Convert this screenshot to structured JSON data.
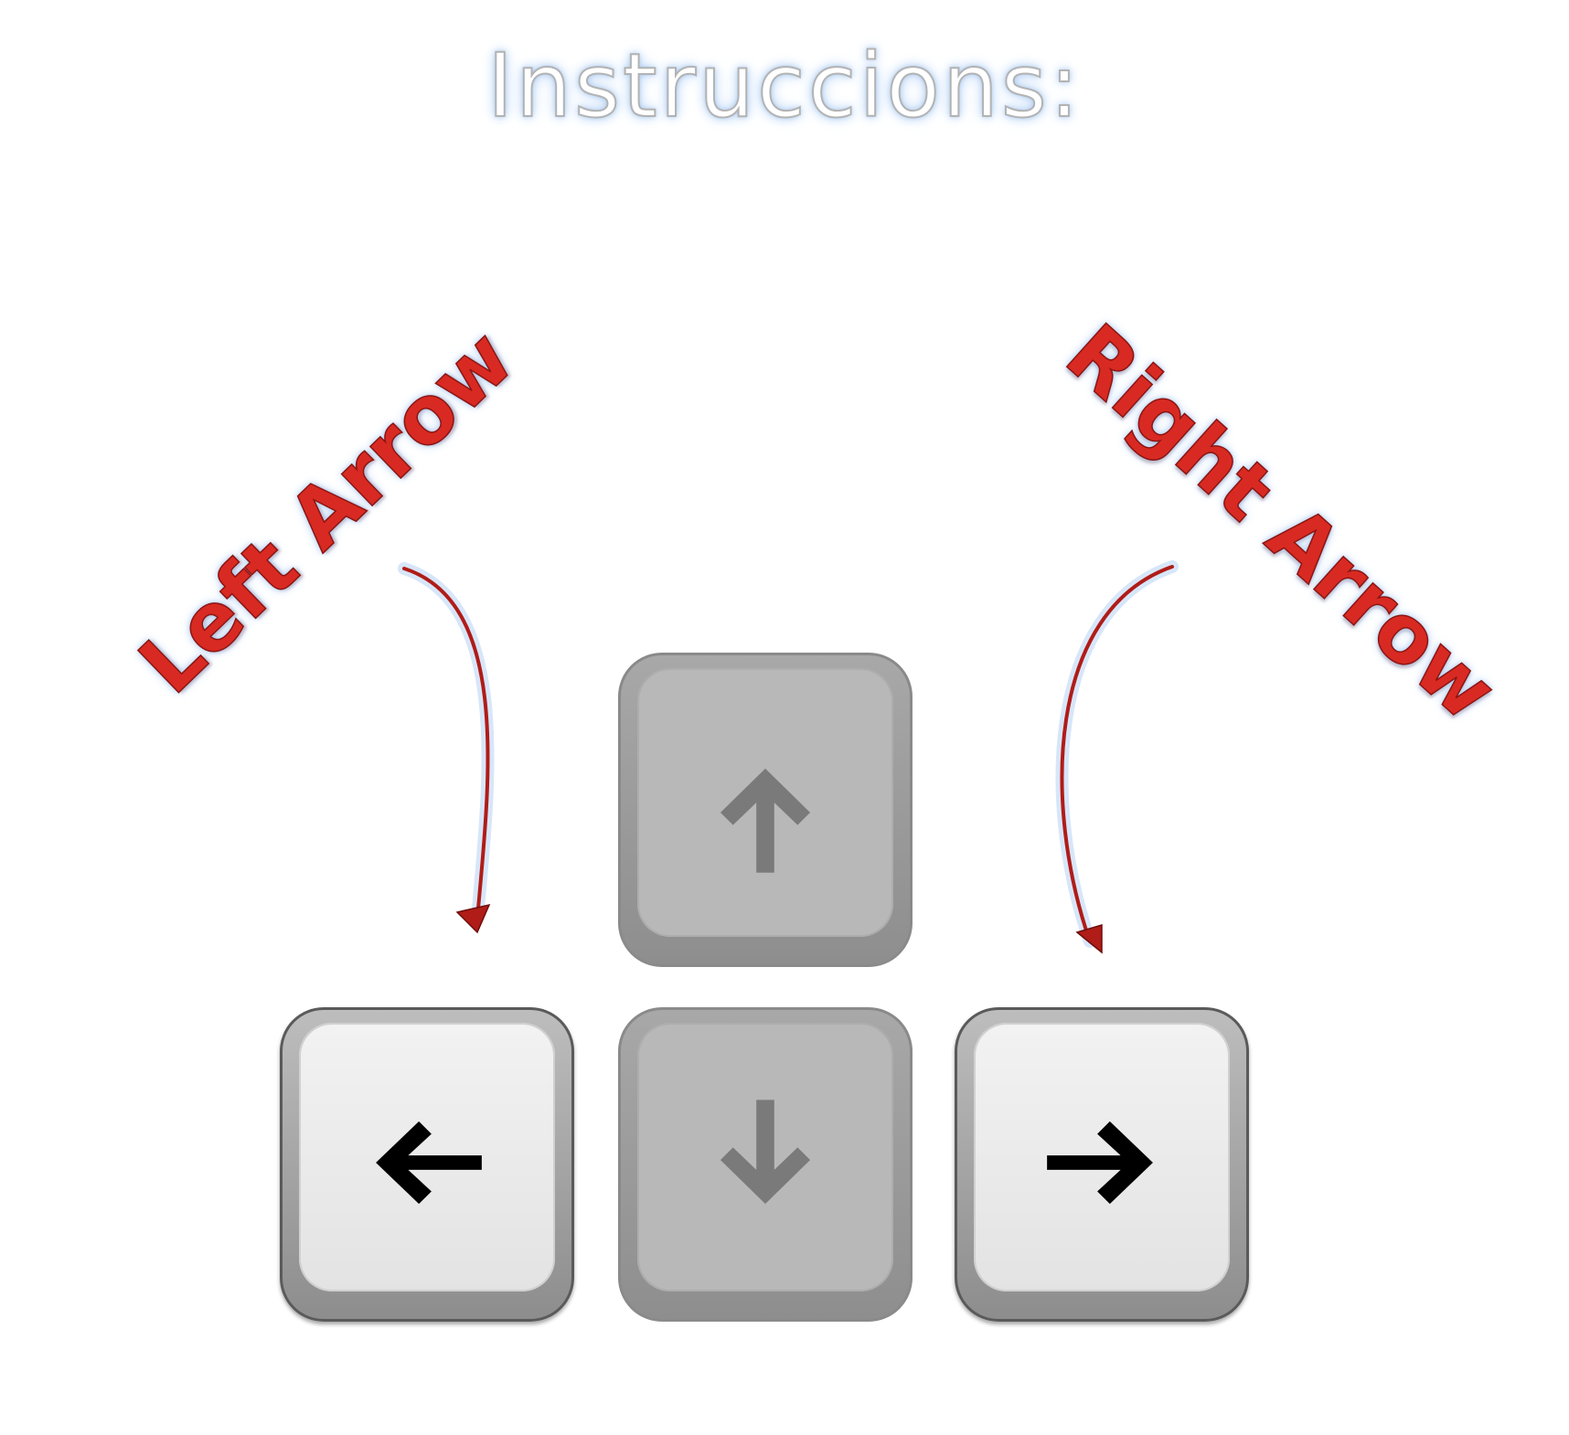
{
  "title": "Instruccions:",
  "callouts": {
    "left": "Left Arrow",
    "right": "Right Arrow"
  },
  "keys": [
    {
      "name": "up",
      "icon": "arrow-up-icon",
      "active": false
    },
    {
      "name": "left",
      "icon": "arrow-left-icon",
      "active": true
    },
    {
      "name": "down",
      "icon": "arrow-down-icon",
      "active": false
    },
    {
      "name": "right",
      "icon": "arrow-right-icon",
      "active": true
    }
  ],
  "colors": {
    "callout_text": "#d82a22",
    "pointer": "#b01c18",
    "glow": "#a7c9f2",
    "active_key": "#e6e6e6",
    "inactive_key": "#b8b8b8",
    "inactive_glyph": "#7a7a7a",
    "active_glyph": "#000000"
  }
}
